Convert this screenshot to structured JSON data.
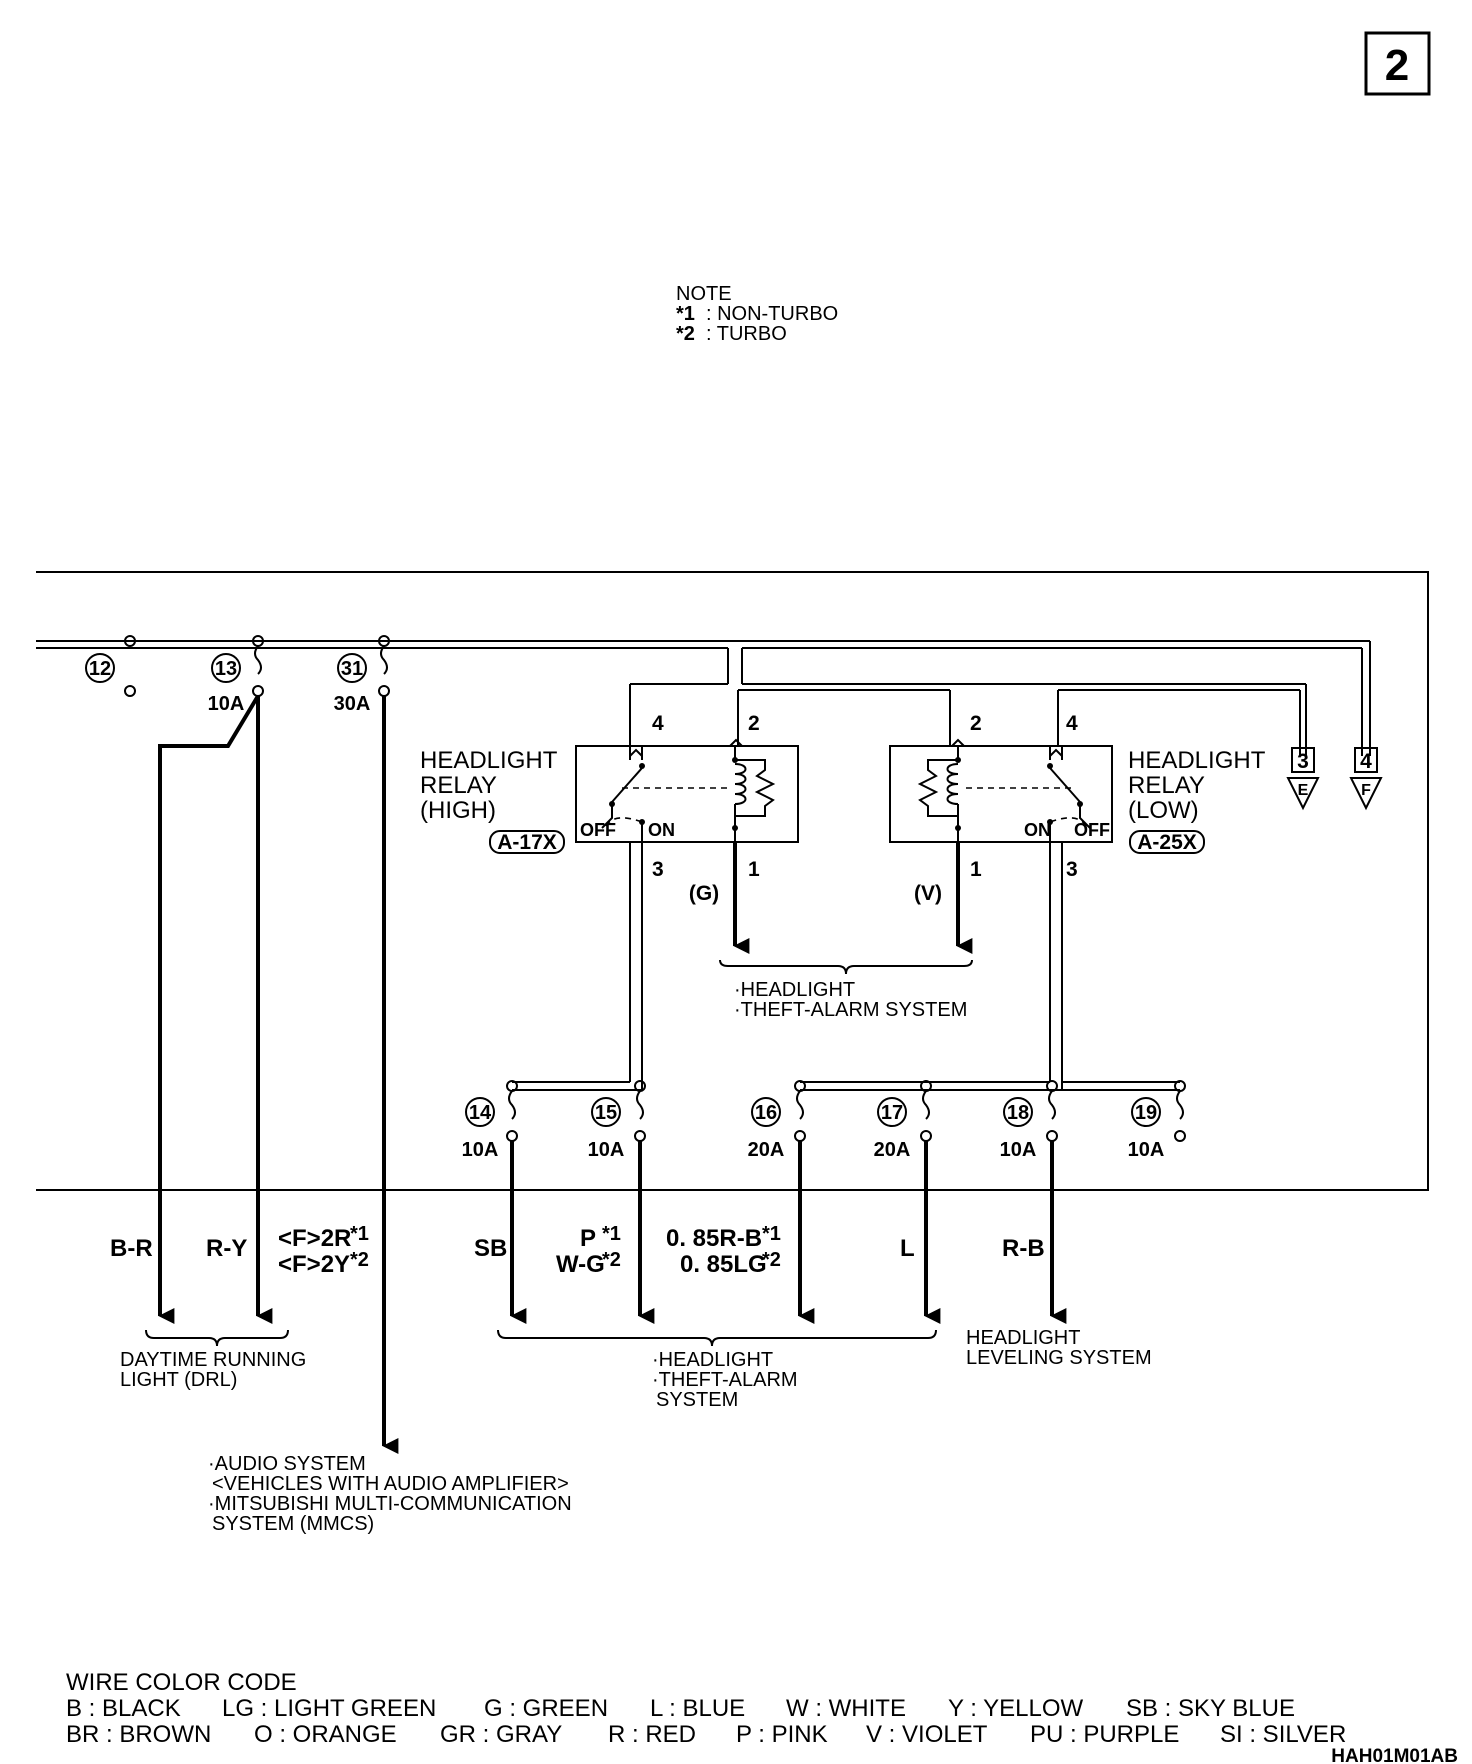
{
  "page_number": "2",
  "note": {
    "title": "NOTE",
    "items": [
      {
        "mark": "*1",
        "text": ": NON-TURBO"
      },
      {
        "mark": "*2",
        "text": ": TURBO"
      }
    ]
  },
  "fuses": [
    {
      "id": "12",
      "rating": ""
    },
    {
      "id": "13",
      "rating": "10A"
    },
    {
      "id": "31",
      "rating": "30A"
    },
    {
      "id": "14",
      "rating": "10A"
    },
    {
      "id": "15",
      "rating": "10A"
    },
    {
      "id": "16",
      "rating": "20A"
    },
    {
      "id": "17",
      "rating": "20A"
    },
    {
      "id": "18",
      "rating": "10A"
    },
    {
      "id": "19",
      "rating": "10A"
    }
  ],
  "relays": {
    "high": {
      "name_lines": [
        "HEADLIGHT",
        "RELAY",
        "(HIGH)"
      ],
      "connector": "A-17X",
      "pins": {
        "top_left": "4",
        "top_right": "2",
        "bottom_left": "3",
        "bottom_right": "1"
      },
      "switch_off": "OFF",
      "switch_on": "ON",
      "ground": "(G)"
    },
    "low": {
      "name_lines": [
        "HEADLIGHT",
        "RELAY",
        "(LOW)"
      ],
      "connector": "A-25X",
      "pins": {
        "top_left": "2",
        "top_right": "4",
        "bottom_left": "1",
        "bottom_right": "3"
      },
      "switch_off": "OFF",
      "switch_on": "ON",
      "ground": "(V)"
    }
  },
  "off_page": [
    {
      "number": "3",
      "letter": "E"
    },
    {
      "number": "4",
      "letter": "F"
    }
  ],
  "relay_ground_dest": [
    "·HEADLIGHT",
    "·THEFT-ALARM SYSTEM"
  ],
  "wires": {
    "br": "B-R",
    "ry": "R-Y",
    "f_2r": "<F>2R",
    "f_2y": "<F>2Y",
    "sb": "SB",
    "p": "P",
    "wg": "W-G",
    "r85b": "0. 85R-B",
    "lg85": "0. 85LG",
    "l": "L",
    "rb": "R-B",
    "m1": "*1",
    "m2": "*2"
  },
  "destinations": {
    "drl": [
      "DAYTIME RUNNING",
      "LIGHT (DRL)"
    ],
    "audio": [
      "·AUDIO SYSTEM",
      "<VEHICLES WITH AUDIO AMPLIFIER>",
      "·MITSUBISHI MULTI-COMMUNICATION",
      "SYSTEM (MMCS)"
    ],
    "headlight_theft": [
      "·HEADLIGHT",
      "·THEFT-ALARM",
      "SYSTEM"
    ],
    "leveling": [
      "HEADLIGHT",
      "LEVELING SYSTEM"
    ]
  },
  "legend": {
    "title": "WIRE COLOR CODE",
    "row1": [
      "B : BLACK",
      "LG : LIGHT GREEN",
      "G : GREEN",
      "L : BLUE",
      "W : WHITE",
      "Y : YELLOW",
      "SB : SKY BLUE"
    ],
    "row2": [
      "BR : BROWN",
      "O : ORANGE",
      "GR : GRAY",
      "R : RED",
      "P : PINK",
      "V : VIOLET",
      "PU : PURPLE",
      "SI : SILVER"
    ]
  },
  "figure_code": "HAH01M01AB"
}
